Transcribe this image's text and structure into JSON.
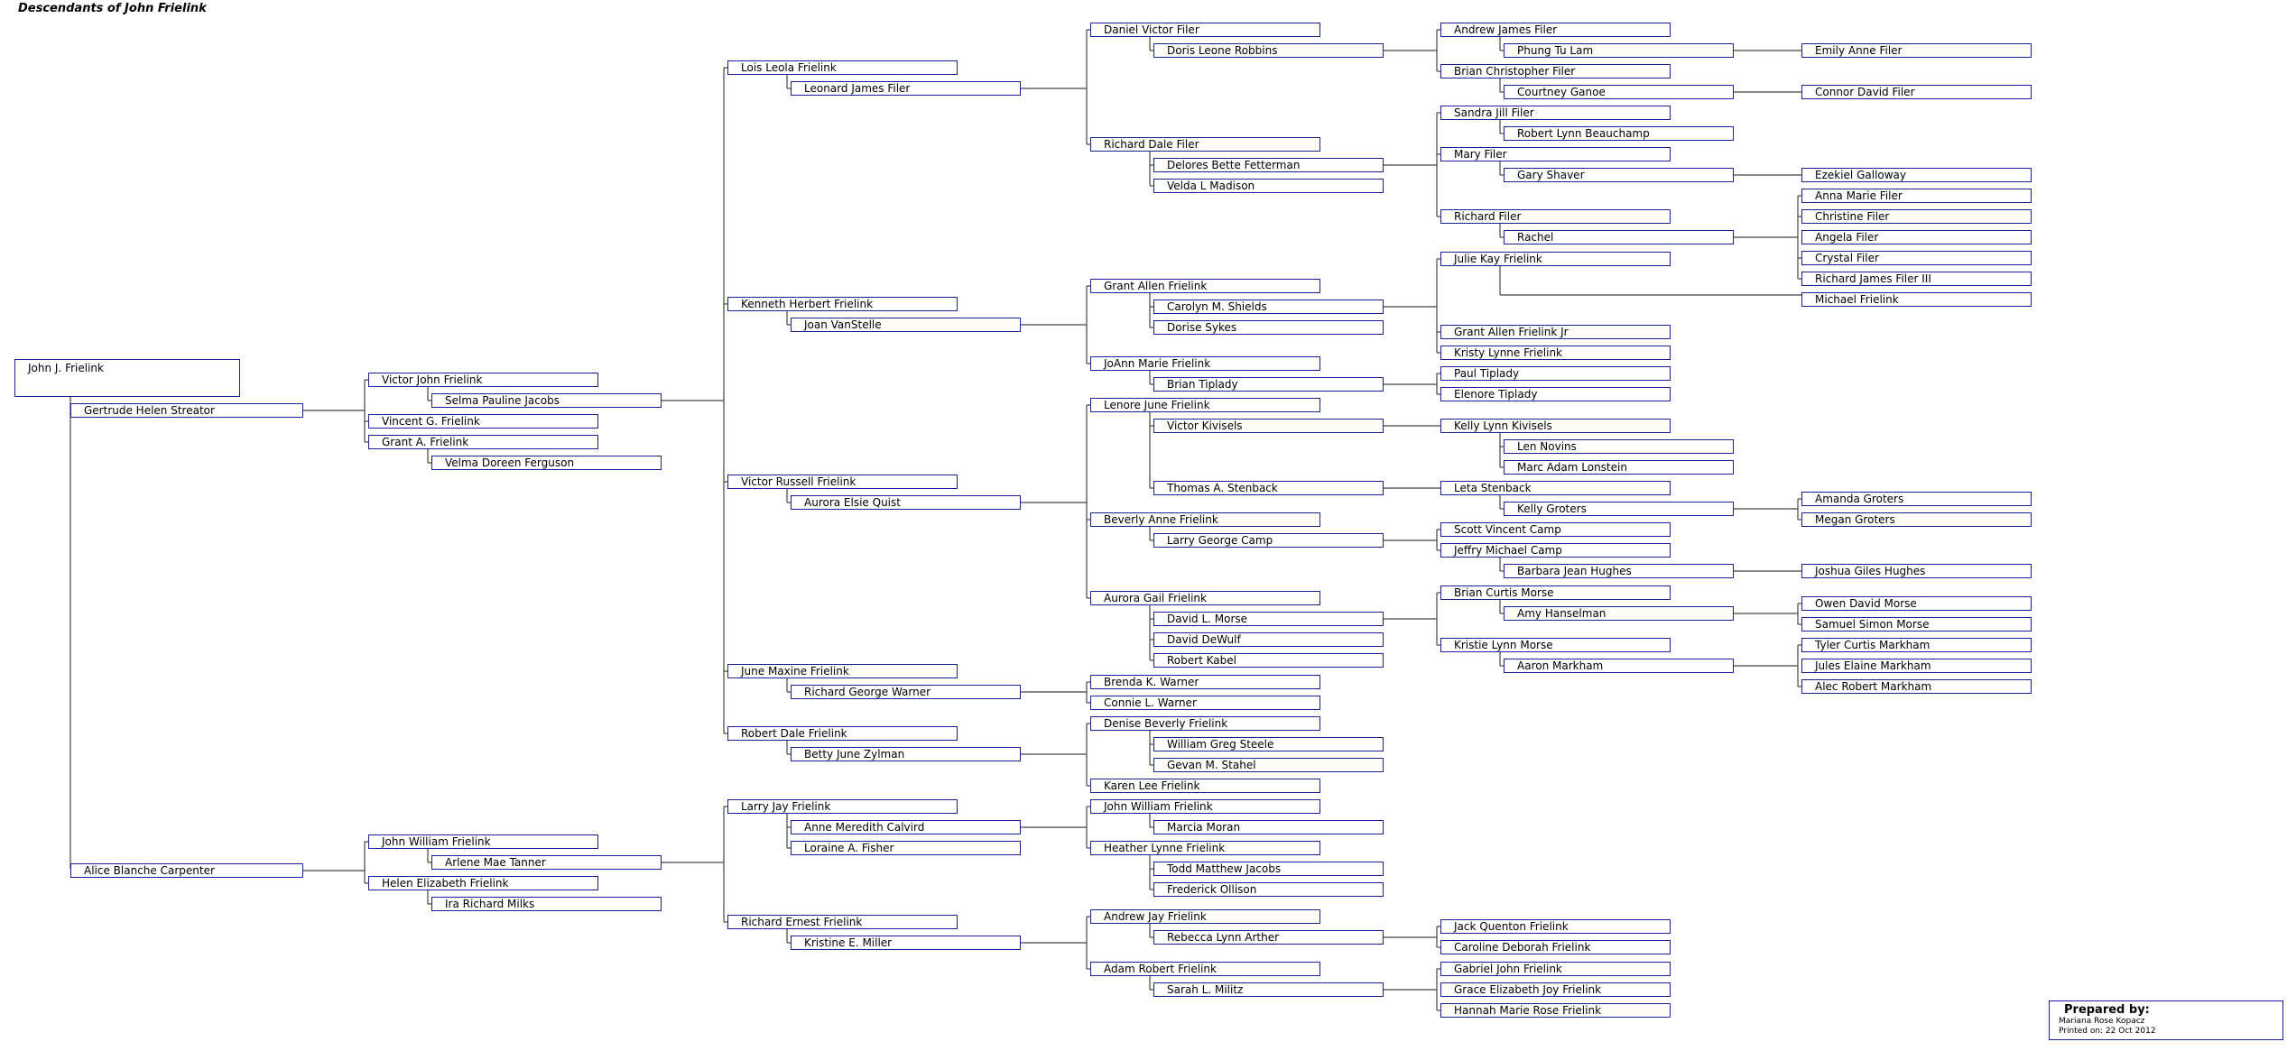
{
  "title": "Descendants of John Frielink",
  "people": {
    "p1": "John J. Frielink",
    "p2": "Gertrude Helen Streator",
    "p3": "Alice Blanche Carpenter",
    "p4": "Victor John Frielink",
    "p5": "Selma Pauline Jacobs",
    "p6": "Vincent G. Frielink",
    "p7": "Grant A. Frielink",
    "p8": "Velma Doreen Ferguson",
    "p9": "John William Frielink",
    "p10": "Arlene Mae Tanner",
    "p11": "Helen Elizabeth Frielink",
    "p12": "Ira Richard Milks",
    "p13": "Lois Leola Frielink",
    "p14": "Leonard James Filer",
    "p15": "Kenneth Herbert Frielink",
    "p16": "Joan VanStelle",
    "p17": "Victor Russell Frielink",
    "p18": "Aurora Elsie Quist",
    "p19": "June Maxine Frielink",
    "p20": "Richard George Warner",
    "p21": "Robert Dale Frielink",
    "p22": "Betty June Zylman",
    "p23": "Larry Jay Frielink",
    "p24": "Anne Meredith Calvird",
    "p25": "Loraine A. Fisher",
    "p26": "Richard Ernest Frielink",
    "p27": "Kristine E. Miller",
    "p28": "Daniel Victor Filer",
    "p29": "Doris Leone Robbins",
    "p30": "Richard Dale Filer",
    "p31": "Delores Bette Fetterman",
    "p32": "Velda L Madison",
    "p33": "Grant Allen Frielink",
    "p34": "Carolyn M. Shields",
    "p35": "Dorise Sykes",
    "p36": "JoAnn Marie Frielink",
    "p37": "Brian Tiplady",
    "p38": "Lenore June Frielink",
    "p39": "Victor Kivisels",
    "p40": "Thomas A. Stenback",
    "p41": "Beverly Anne Frielink",
    "p42": "Larry George Camp",
    "p43": "Aurora Gail Frielink",
    "p44": "David L. Morse",
    "p45": "David DeWulf",
    "p46": "Robert Kabel",
    "p47": "Brenda K. Warner",
    "p48": "Connie L. Warner",
    "p49": "Denise Beverly Frielink",
    "p50": "William Greg Steele",
    "p51": "Gevan M. Stahel",
    "p52": "Karen Lee Frielink",
    "p53": "John William Frielink",
    "p54": "Marcia Moran",
    "p55": "Heather Lynne Frielink",
    "p56": "Todd Matthew Jacobs",
    "p57": "Frederick Ollison",
    "p58": "Andrew Jay Frielink",
    "p59": "Rebecca Lynn Arther",
    "p60": "Adam Robert Frielink",
    "p61": "Sarah L. Militz",
    "p62": "Andrew James Filer",
    "p63": "Phung Tu Lam",
    "p64": "Brian Christopher Filer",
    "p65": "Courtney Ganoe",
    "p66": "Sandra Jill Filer",
    "p67": "Robert Lynn Beauchamp",
    "p68": "Mary Filer",
    "p69": "Gary Shaver",
    "p70": "Richard Filer",
    "p71": "Rachel",
    "p72": "Julie Kay Frielink",
    "p73": "Grant Allen Frielink Jr",
    "p74": "Kristy Lynne Frielink",
    "p75": "Paul Tiplady",
    "p76": "Elenore Tiplady",
    "p77": "Kelly Lynn Kivisels",
    "p78": "Len Novins",
    "p79": "Marc Adam Lonstein",
    "p80": "Leta Stenback",
    "p81": "Kelly Groters",
    "p82": "Scott Vincent Camp",
    "p83": "Jeffry Michael Camp",
    "p84": "Barbara Jean Hughes",
    "p85": "Brian Curtis Morse",
    "p86": "Amy Hanselman",
    "p87": "Kristie Lynn Morse",
    "p88": "Aaron Markham",
    "p89": "Jack Quenton Frielink",
    "p90": "Caroline Deborah Frielink",
    "p91": "Gabriel John Frielink",
    "p92": "Grace Elizabeth Joy Frielink",
    "p93": "Hannah Marie Rose Frielink",
    "p94": "Emily Anne Filer",
    "p95": "Connor David Filer",
    "p96": "Ezekiel Galloway",
    "p97": "Anna Marie Filer",
    "p98": "Christine Filer",
    "p99": "Angela Filer",
    "p100": "Crystal Filer",
    "p101": "Richard James Filer III",
    "p102": "Michael Frielink",
    "p103": "Amanda Groters",
    "p104": "Megan Groters",
    "p105": "Joshua Giles Hughes",
    "p106": "Owen David Morse",
    "p107": "Samuel Simon Morse",
    "p108": "Tyler Curtis Markham",
    "p109": "Jules Elaine Markham",
    "p110": "Alec Robert Markham"
  },
  "footer": {
    "label": "Prepared by:",
    "preparer": "Mariana Rose Kopacz",
    "printed": "Printed on: 22 Oct 2012"
  }
}
